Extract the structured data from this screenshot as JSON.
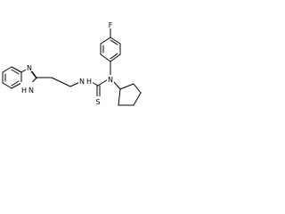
{
  "molecule": {
    "atoms": {
      "benzimidazole_n_top": "N",
      "benzimidazole_nh": "H",
      "benzimidazole_nh_n": "N",
      "thiourea_nh_n": "N",
      "thiourea_nh_h": "H",
      "thiourea_n": "N",
      "thiourea_s": "S",
      "fluorine": "F"
    }
  }
}
